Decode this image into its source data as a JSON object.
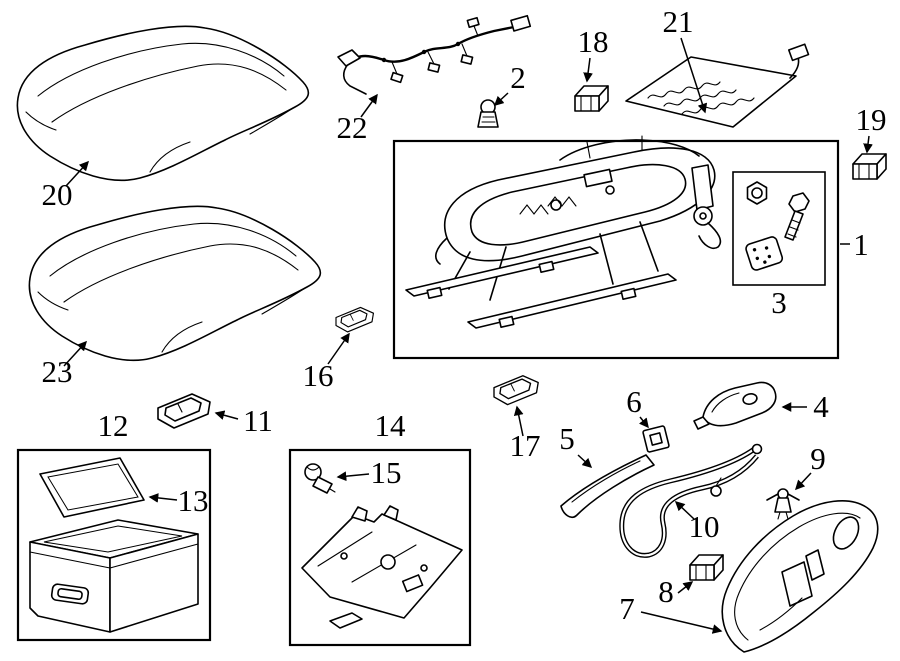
{
  "figure": {
    "kind": "exploded-parts-diagram",
    "subject": "vehicle front seat components",
    "background_color": "#ffffff",
    "line_color": "#000000"
  },
  "callouts": {
    "c1": "1",
    "c2": "2",
    "c3": "3",
    "c4": "4",
    "c5": "5",
    "c6": "6",
    "c7": "7",
    "c8": "8",
    "c9": "9",
    "c10": "10",
    "c11": "11",
    "c12": "12",
    "c13": "13",
    "c14": "14",
    "c15": "15",
    "c16": "16",
    "c17": "17",
    "c18": "18",
    "c19": "19",
    "c20": "20",
    "c21": "21",
    "c22": "22",
    "c23": "23"
  },
  "parts": [
    {
      "number": "1",
      "shape": "seat-frame-assembly-in-box"
    },
    {
      "number": "2",
      "shape": "push-pin-fastener"
    },
    {
      "number": "3",
      "shape": "hardware-set-nut-bolt-bracket"
    },
    {
      "number": "4",
      "shape": "side-bracket"
    },
    {
      "number": "5",
      "shape": "curved-trim-strip"
    },
    {
      "number": "6",
      "shape": "square-clip"
    },
    {
      "number": "7",
      "shape": "side-trim-panel"
    },
    {
      "number": "8",
      "shape": "retainer-clip"
    },
    {
      "number": "9",
      "shape": "expanding-fastener"
    },
    {
      "number": "10",
      "shape": "bent-support-rod"
    },
    {
      "number": "11",
      "shape": "retainer-clip"
    },
    {
      "number": "12",
      "shape": "storage-drawer-in-box"
    },
    {
      "number": "13",
      "shape": "liner-mat"
    },
    {
      "number": "14",
      "shape": "seat-bracket-in-box"
    },
    {
      "number": "15",
      "shape": "bulb-socket"
    },
    {
      "number": "16",
      "shape": "retainer-clip"
    },
    {
      "number": "17",
      "shape": "retainer-clip"
    },
    {
      "number": "18",
      "shape": "retainer-clip"
    },
    {
      "number": "19",
      "shape": "retainer-clip"
    },
    {
      "number": "20",
      "shape": "seat-cushion"
    },
    {
      "number": "21",
      "shape": "seat-heater-pad"
    },
    {
      "number": "22",
      "shape": "wiring-harness"
    },
    {
      "number": "23",
      "shape": "seat-cushion"
    }
  ]
}
